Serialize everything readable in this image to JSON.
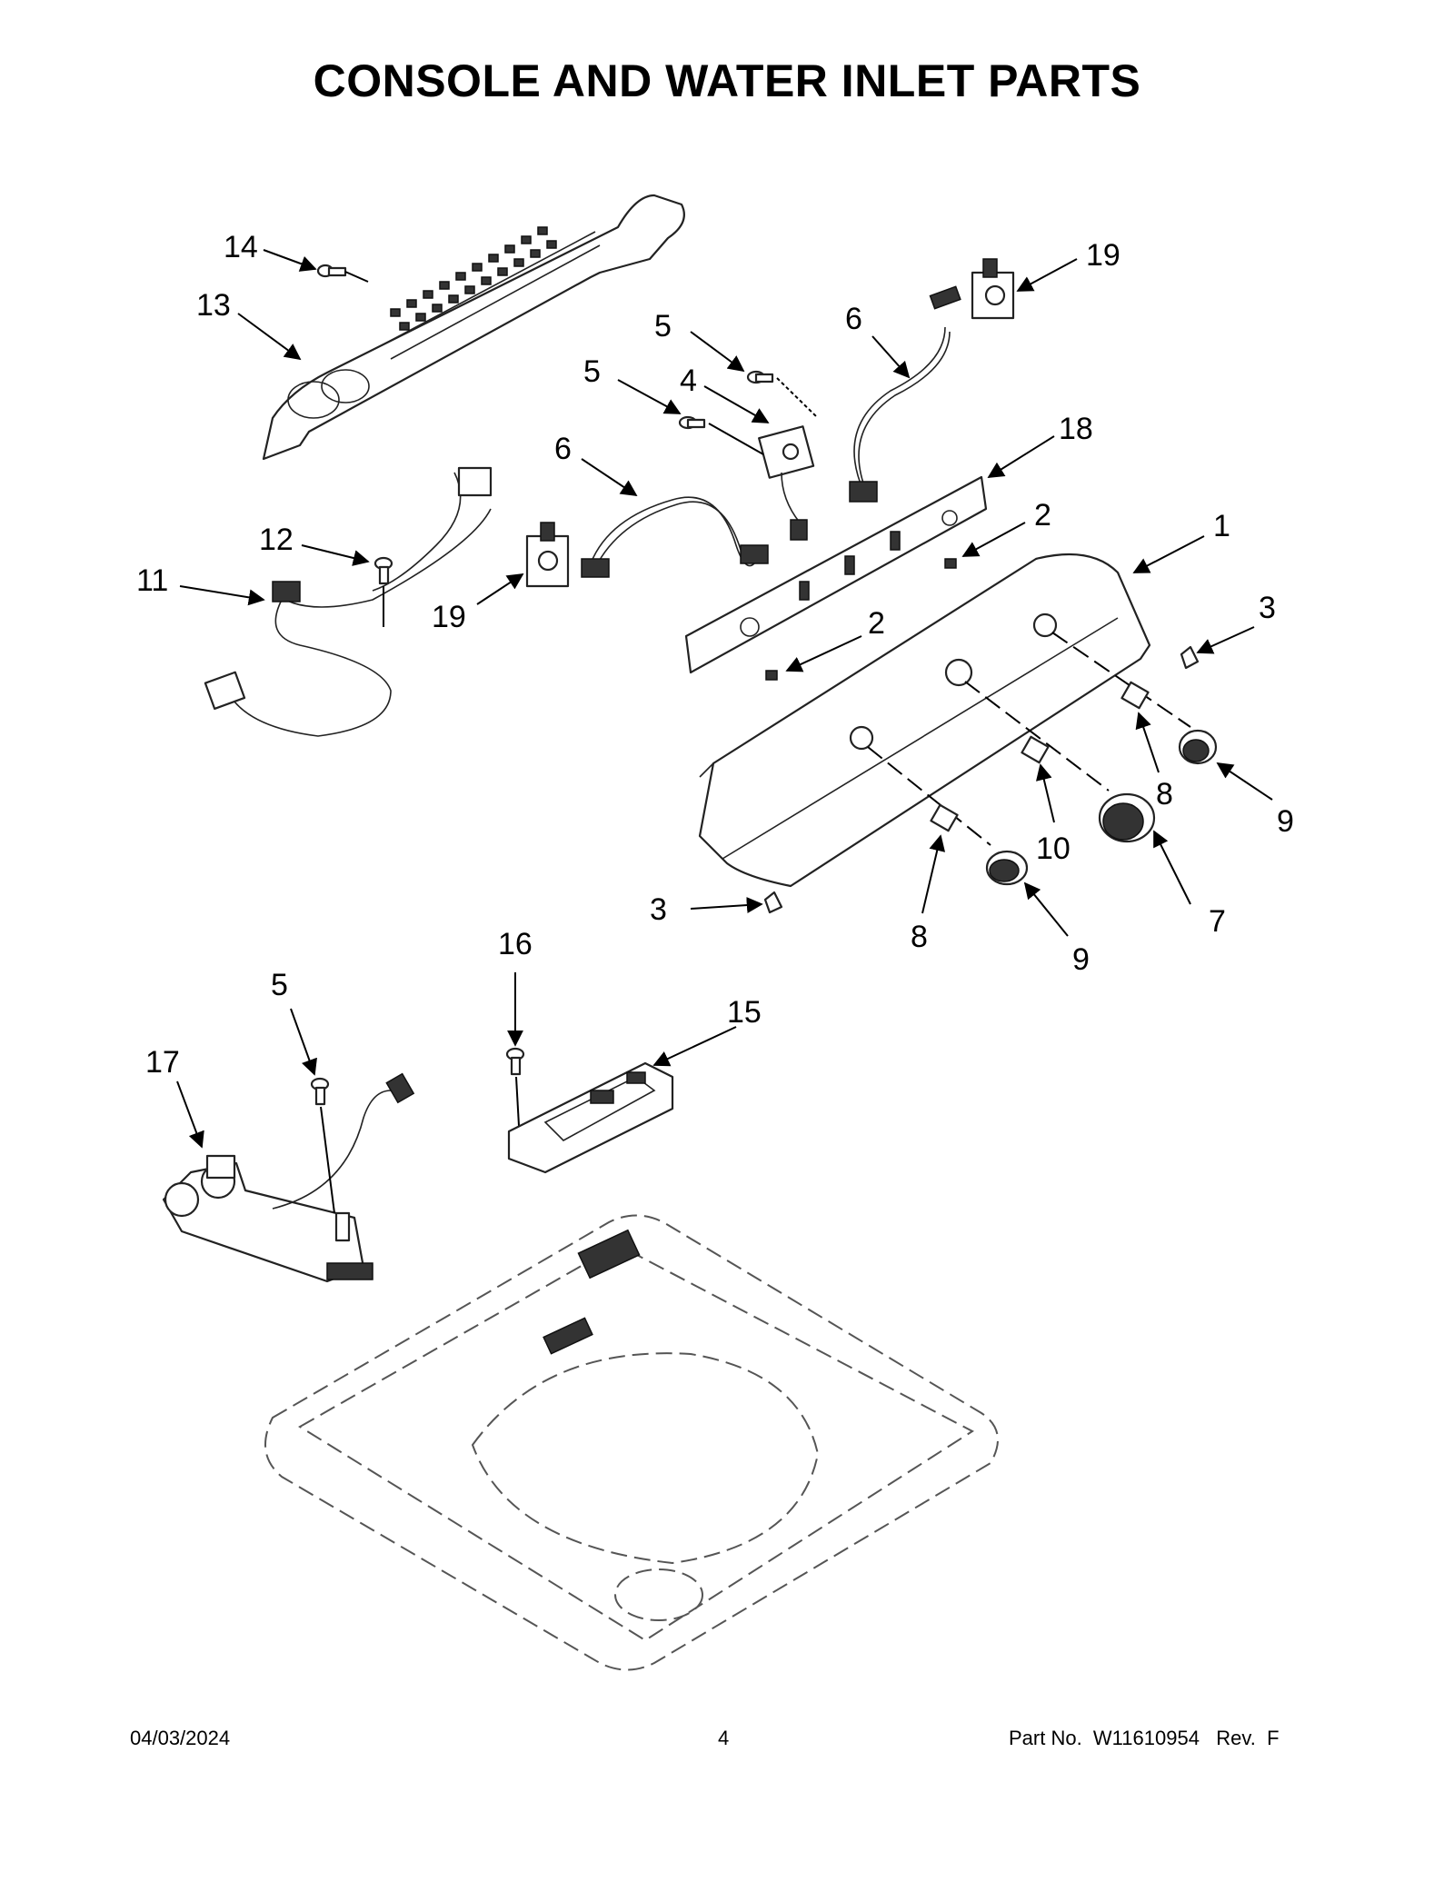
{
  "title": "CONSOLE AND WATER INLET PARTS",
  "callouts": [
    "14",
    "13",
    "5",
    "5",
    "4",
    "6",
    "19",
    "18",
    "6",
    "12",
    "11",
    "19",
    "2",
    "1",
    "2",
    "3",
    "8",
    "9",
    "10",
    "7",
    "3",
    "8",
    "9",
    "16",
    "5",
    "15",
    "17"
  ],
  "footer": {
    "date": "04/03/2024",
    "page": "4",
    "part": "Part No.  W11610954   Rev.  F"
  }
}
